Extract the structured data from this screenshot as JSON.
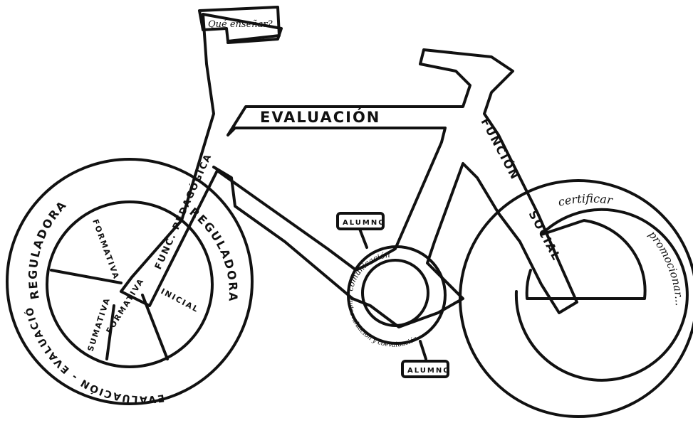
{
  "diagram": {
    "colors": {
      "ink": "#111111",
      "paper": "#ffffff"
    },
    "handlebar_label": "Qué enseñar?",
    "top_tube_label": "EVALUACIÓN",
    "down_tube_label": "FUNC. PEDAGÓGICA",
    "seat_tube_upper_label": "FUNCIÓN",
    "seat_tube_lower_label": "SOCIAL",
    "front_wheel_arc_top": "REGULADORA",
    "front_wheel_arc_right": "REGULADORA",
    "front_wheel_arc_bottom": "EVALUACIÓN - EVALUACIÓN",
    "front_hub_sectors": [
      "FORMATIVA",
      "INICIAL",
      "SUMATIVA",
      "FORMATIVA"
    ],
    "rear_wheel_arc_top": "certificar",
    "rear_wheel_arc_right": "promocionar...",
    "chainring_top": "comunicación",
    "chainring_bottom": "autoevaluación y coevaluación",
    "pedal_top_label": "ALUMNO",
    "pedal_bottom_label": "ALUMNO"
  }
}
